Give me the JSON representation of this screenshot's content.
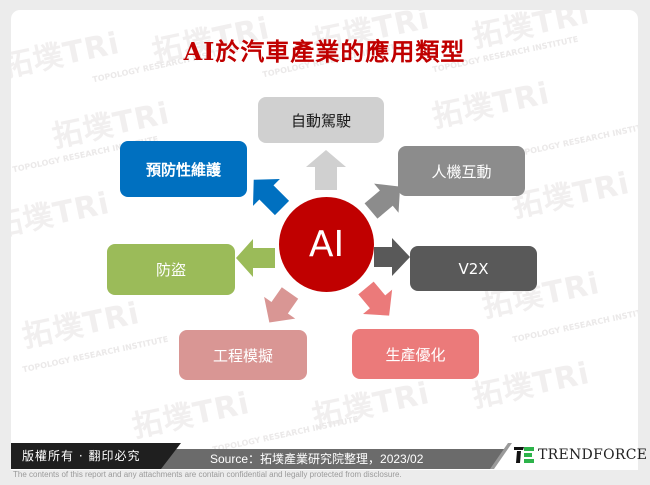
{
  "title": "AI於汽車產業的應用類型",
  "watermark": {
    "brand": "拓墣TRi",
    "tagline": "TOPOLOGY RESEARCH INSTITUTE"
  },
  "center": {
    "label": "AI",
    "color": "#c00000"
  },
  "nodes": [
    {
      "id": "autonomous-driving",
      "label": "自動駕駛",
      "color": "#d0d0d0",
      "text_color": "#1a1a1a"
    },
    {
      "id": "predictive-maintenance",
      "label": "預防性維護",
      "color": "#0070c0",
      "text_color": "#ffffff"
    },
    {
      "id": "hmi",
      "label": "人機互動",
      "color": "#8c8c8c",
      "text_color": "#ffffff"
    },
    {
      "id": "anti-theft",
      "label": "防盜",
      "color": "#9bbb59",
      "text_color": "#ffffff"
    },
    {
      "id": "v2x",
      "label": "V2X",
      "color": "#595959",
      "text_color": "#ffffff"
    },
    {
      "id": "engineering-simulation",
      "label": "工程模擬",
      "color": "#d99694",
      "text_color": "#ffffff"
    },
    {
      "id": "production-optimization",
      "label": "生產優化",
      "color": "#eb7a7a",
      "text_color": "#ffffff"
    }
  ],
  "footer": {
    "copyright": "版權所有 · 翻印必究",
    "source": "Source：拓墣產業研究院整理，2023/02",
    "logo": "TRENDFORCE",
    "disclaimer": "The contents of this report and any attachments are contain confidential and legally protected from disclosure."
  }
}
